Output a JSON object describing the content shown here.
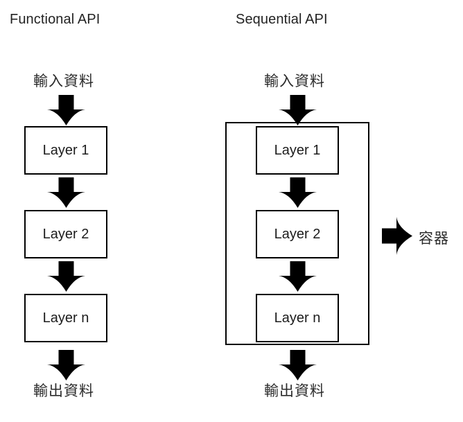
{
  "diagram": {
    "title_left": "Functional API",
    "title_right": "Sequential API",
    "columns": [
      {
        "id": "functional",
        "title": "Functional API",
        "input_label": "輸入資料",
        "output_label": "輸出資料",
        "layers": [
          "Layer 1",
          "Layer 2",
          "Layer n"
        ],
        "has_container": false
      },
      {
        "id": "sequential",
        "title": "Sequential API",
        "input_label": "輸入資料",
        "output_label": "輸出資料",
        "layers": [
          "Layer 1",
          "Layer 2",
          "Layer n"
        ],
        "has_container": true,
        "container_label": "容器"
      }
    ],
    "annotation": {
      "label": "容器",
      "arrow_direction": "right"
    },
    "arrows": {
      "input_to_first": "down-block-arrow",
      "between_layers": "down-block-arrow",
      "last_to_output": "down-block-arrow",
      "container_pointer": "right-block-arrow"
    },
    "colors": {
      "background": "#ffffff",
      "stroke": "#000000",
      "title_text": "#232323",
      "cjk_text": "#2b2b2b",
      "layer_text": "#1c1c1c"
    }
  }
}
